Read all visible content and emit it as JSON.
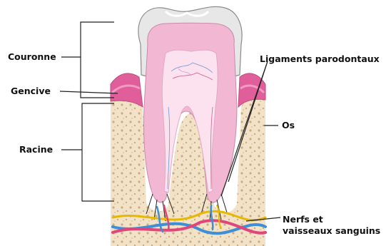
{
  "labels": {
    "crown": "Couronne",
    "gum": "Gencive",
    "root": "Racine",
    "ligaments": "Ligaments parodontaux",
    "bone": "Os",
    "nerves_line1": "Nerfs et",
    "nerves_line2": "vaisseaux sanguins"
  },
  "colors": {
    "enamel": "#e7e7e7",
    "dentin": "#f2b8d3",
    "pulp": "#fbe2ee",
    "gum": "#e05f9a",
    "bone": "#f2e3c8",
    "bone_pores": "#caa67a",
    "nerve": "#e6b800",
    "vein": "#3f8fd6",
    "artery": "#e0457b",
    "line": "#222222"
  }
}
